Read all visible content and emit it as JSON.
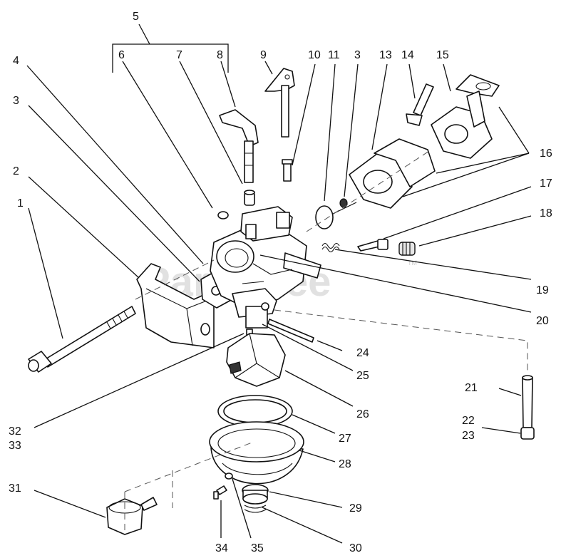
{
  "watermark": {
    "text": "PartsTree",
    "trademark": "TM"
  },
  "callouts": {
    "c1": "1",
    "c2": "2",
    "c3a": "3",
    "c4": "4",
    "c5": "5",
    "c6": "6",
    "c7": "7",
    "c8": "8",
    "c9": "9",
    "c10": "10",
    "c11": "11",
    "c3b": "3",
    "c13": "13",
    "c14": "14",
    "c15": "15",
    "c16": "16",
    "c17": "17",
    "c18": "18",
    "c19": "19",
    "c20": "20",
    "c21": "21",
    "c22": "22",
    "c23": "23",
    "c24": "24",
    "c25": "25",
    "c26": "26",
    "c27": "27",
    "c28": "28",
    "c29": "29",
    "c30": "30",
    "c31": "31",
    "c32": "32",
    "c33": "33",
    "c34": "34",
    "c35": "35"
  }
}
